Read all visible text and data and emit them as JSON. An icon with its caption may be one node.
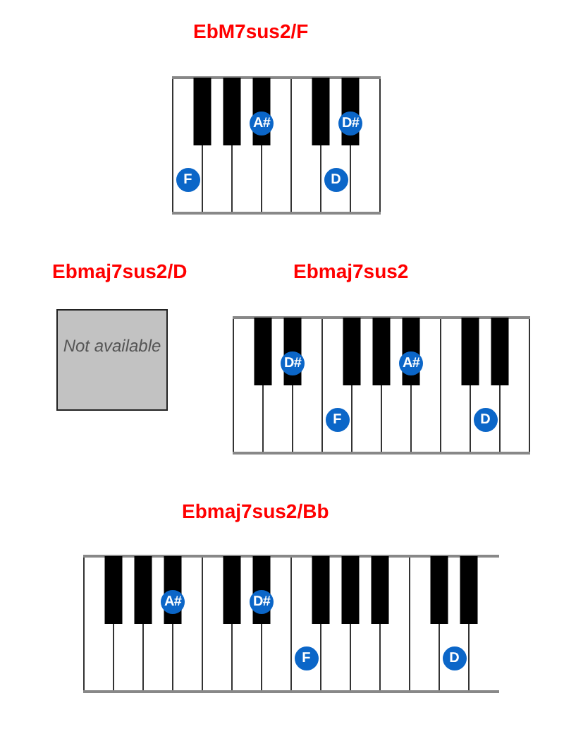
{
  "diagram": {
    "nodes": [
      {
        "text": [
          "EbM7sus2/F"
        ]
      },
      {
        "text": [
          "A#"
        ],
        "in": 0
      },
      {
        "text": [
          "D#"
        ],
        "in": 0
      },
      {
        "text": [
          "F"
        ],
        "in": 0
      },
      {
        "text": [
          "D"
        ],
        "in": 0
      },
      {
        "text": [
          "Ebmaj7sus2/D",
          "Not available"
        ]
      },
      {
        "text": [
          "Ebmaj7sus2"
        ]
      },
      {
        "text": [
          "D#"
        ],
        "in": 6
      },
      {
        "text": [
          "A#"
        ],
        "in": 6
      },
      {
        "text": [
          "F"
        ],
        "in": 6
      },
      {
        "text": [
          "D"
        ],
        "in": 6
      },
      {
        "text": [
          "Ebmaj7sus2/Bb"
        ]
      },
      {
        "text": [
          "A#"
        ],
        "in": 11
      },
      {
        "text": [
          "D#"
        ],
        "in": 11
      },
      {
        "text": [
          "F"
        ],
        "in": 11
      },
      {
        "text": [
          "D"
        ],
        "in": 11
      }
    ]
  }
}
